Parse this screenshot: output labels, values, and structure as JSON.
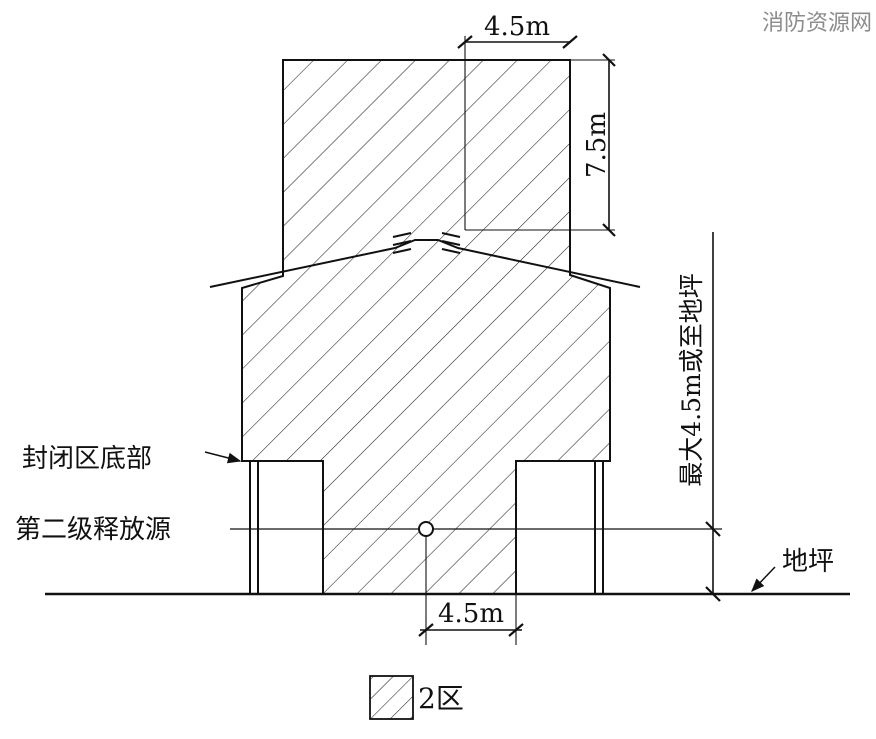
{
  "watermark": "消防资源网",
  "labels": {
    "top_width": "4.5m",
    "top_height": "7.5m",
    "vertical_extent": "最大4.5m或至地坪",
    "enclosure_bottom": "封闭区底部",
    "release_source": "第二级释放源",
    "ground": "地坪",
    "bottom_width": "4.5m"
  },
  "legend": {
    "zone_label": "2区"
  },
  "colors": {
    "line": "#111111",
    "watermark": "#8c8c8c",
    "background": "#ffffff"
  }
}
